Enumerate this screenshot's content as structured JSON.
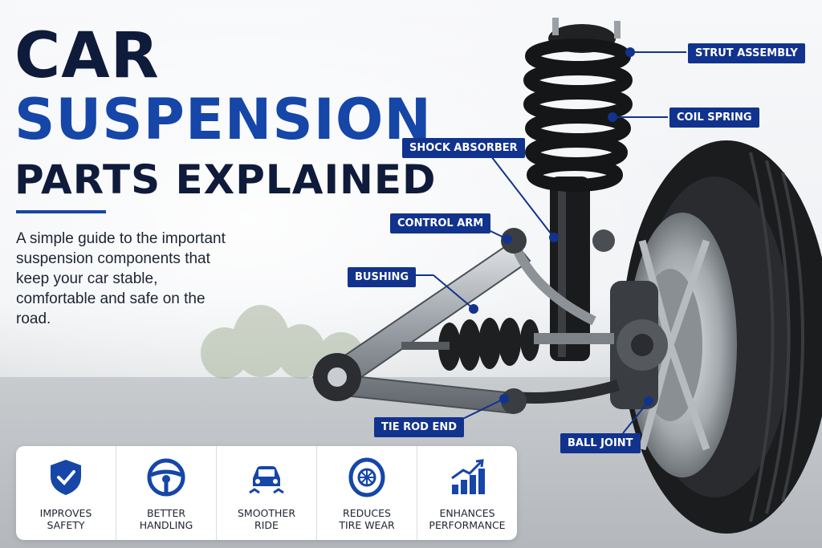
{
  "title": {
    "line1": "CAR",
    "line2": "SUSPENSION",
    "line3": "PARTS EXPLAINED"
  },
  "subtitle": "A simple guide to the important suspension components that keep your car stable, comfortable and safe on the road.",
  "labels": {
    "strut_assembly": "STRUT ASSEMBLY",
    "coil_spring": "COIL SPRING",
    "shock_absorber": "SHOCK ABSORBER",
    "control_arm": "CONTROL ARM",
    "bushing": "BUSHING",
    "tie_rod_end": "TIE ROD END",
    "ball_joint": "BALL JOINT"
  },
  "benefits": [
    {
      "icon": "shield-check-icon",
      "line1": "IMPROVES",
      "line2": "SAFETY"
    },
    {
      "icon": "steering-wheel-icon",
      "line1": "BETTER",
      "line2": "HANDLING"
    },
    {
      "icon": "car-bumps-icon",
      "line1": "SMOOTHER",
      "line2": "RIDE"
    },
    {
      "icon": "tire-icon",
      "line1": "REDUCES",
      "line2": "TIRE WEAR"
    },
    {
      "icon": "bar-chart-up-icon",
      "line1": "ENHANCES",
      "line2": "PERFORMANCE"
    }
  ],
  "colors": {
    "navy": "#0f1b3a",
    "blue": "#1546a8",
    "label_bg": "#12338d"
  }
}
